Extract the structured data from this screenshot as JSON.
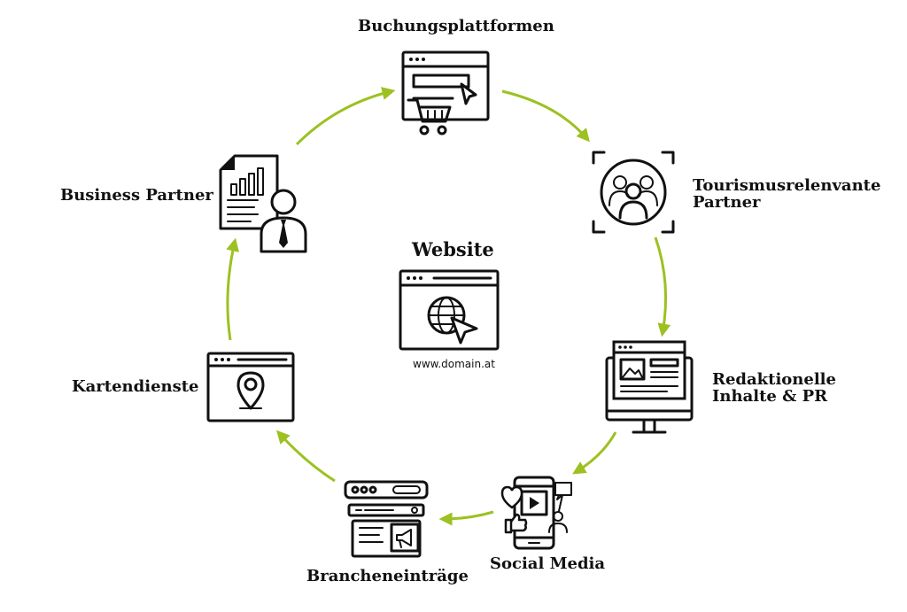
{
  "center": {
    "title": "Website",
    "domain": "www.domain.at"
  },
  "nodes": {
    "buchung": "Buchungsplattformen",
    "tourismus_1": "Tourismusrelenvante",
    "tourismus_2": "Partner",
    "redaktion_1": "Redaktionelle",
    "redaktion_2": "Inhalte & PR",
    "social": "Social Media",
    "branchen": "Brancheneinträge",
    "karten": "Kartendienste",
    "business": "Business Partner"
  },
  "colors": {
    "arrow": "#9cc121",
    "ink": "#111111"
  }
}
